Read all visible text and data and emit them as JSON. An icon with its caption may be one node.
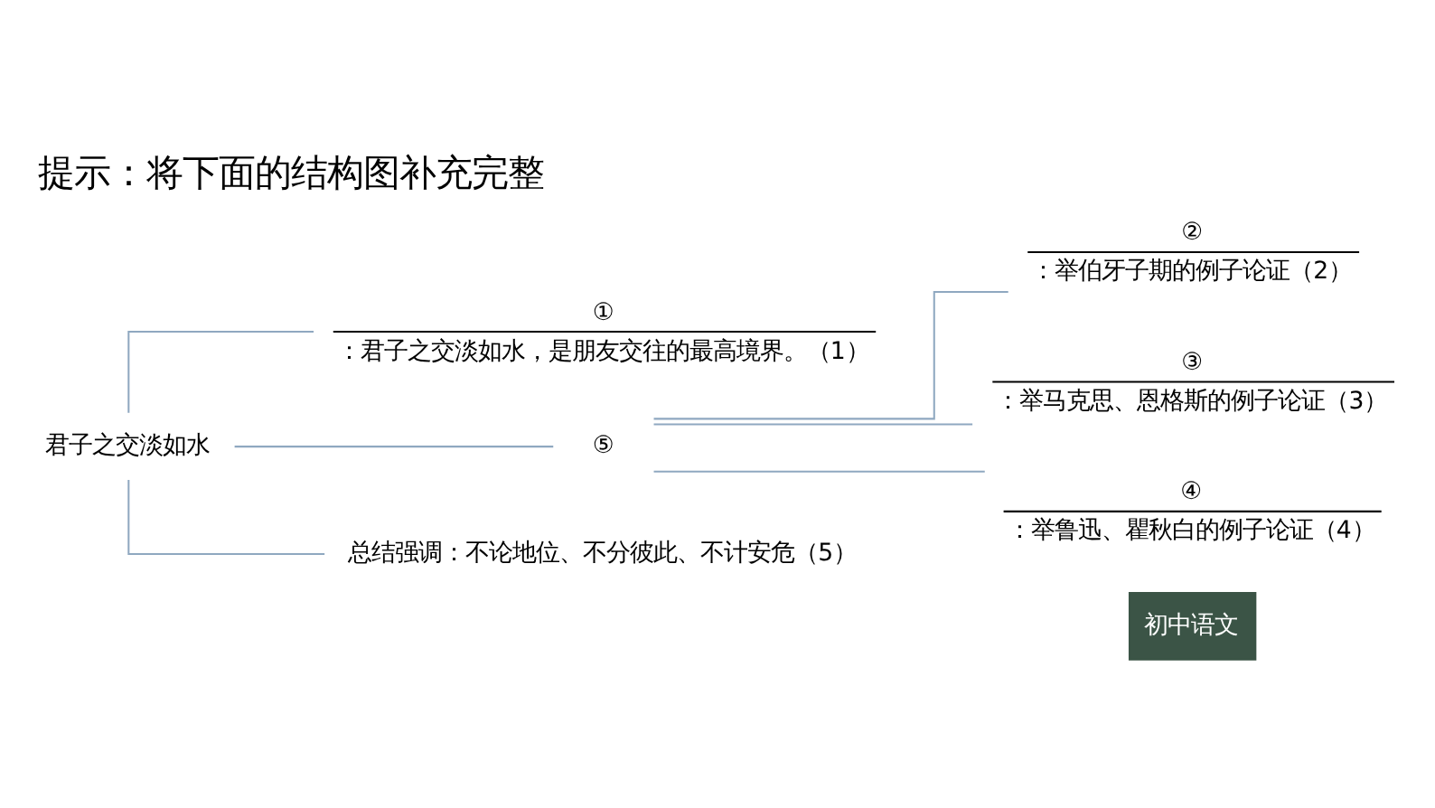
{
  "diagram": {
    "title": "提示：将下面的结构图补充完整",
    "nodes": [
      {
        "text": [
          "君子之交淡如水"
        ]
      },
      {
        "text": [
          "①",
          "：君子之交淡如水，是朋友交往的最高境界。（1）"
        ]
      },
      {
        "text": [
          "⑤"
        ]
      },
      {
        "text": [
          "②",
          "：举伯牙子期的例子论证（2）"
        ]
      },
      {
        "text": [
          "③",
          "：举马克思、恩格斯的例子论证（3）"
        ]
      },
      {
        "text": [
          "④",
          "：举鲁迅、瞿秋白的例子论证（4）"
        ]
      },
      {
        "text": [
          "总结强调：不论地位、不分彼此、不计安危（5）"
        ]
      }
    ],
    "edges": [
      {
        "from": 0,
        "to": 1,
        "arrow": "none"
      },
      {
        "from": 0,
        "to": 2,
        "arrow": "none"
      },
      {
        "from": 0,
        "to": 6,
        "arrow": "none"
      },
      {
        "from": 2,
        "to": 3,
        "arrow": "none"
      },
      {
        "from": 2,
        "to": 4,
        "arrow": "none"
      },
      {
        "from": 2,
        "to": 5,
        "arrow": "none"
      }
    ],
    "labels": [
      "初中语文"
    ]
  }
}
